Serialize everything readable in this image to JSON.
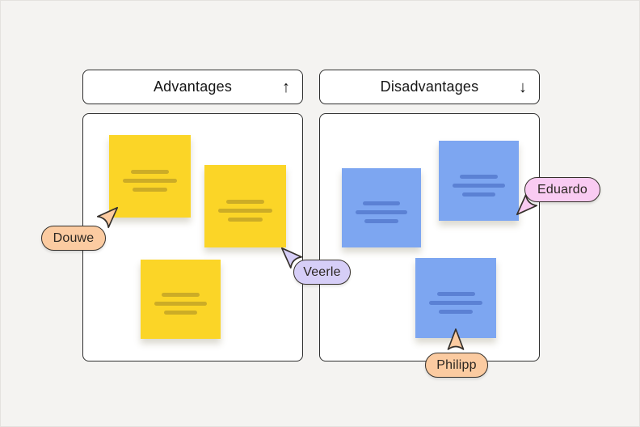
{
  "board": {
    "background": "#F4F3F1",
    "panel_bg": "#FFFFFF",
    "panel_border": "#2F2F2F",
    "columns": [
      {
        "header_label": "Advantages",
        "arrow_icon": "arrow-up-icon",
        "arrow_glyph": "↑",
        "note_color": "#FBD527",
        "note_line_color": "#CCAC26",
        "note_count": 3
      },
      {
        "header_label": "Disadvantages",
        "arrow_icon": "arrow-down-icon",
        "arrow_glyph": "↓",
        "note_color": "#7DA6F1",
        "note_line_color": "#5B81D4",
        "note_count": 3
      }
    ]
  },
  "cursors": [
    {
      "name": "Douwe",
      "color": "#FBCBA1",
      "direction": "northeast"
    },
    {
      "name": "Veerle",
      "color": "#D6CEF7",
      "direction": "northwest"
    },
    {
      "name": "Eduardo",
      "color": "#F9CBF2",
      "direction": "southwest"
    },
    {
      "name": "Philipp",
      "color": "#FBCBA1",
      "direction": "north"
    }
  ]
}
